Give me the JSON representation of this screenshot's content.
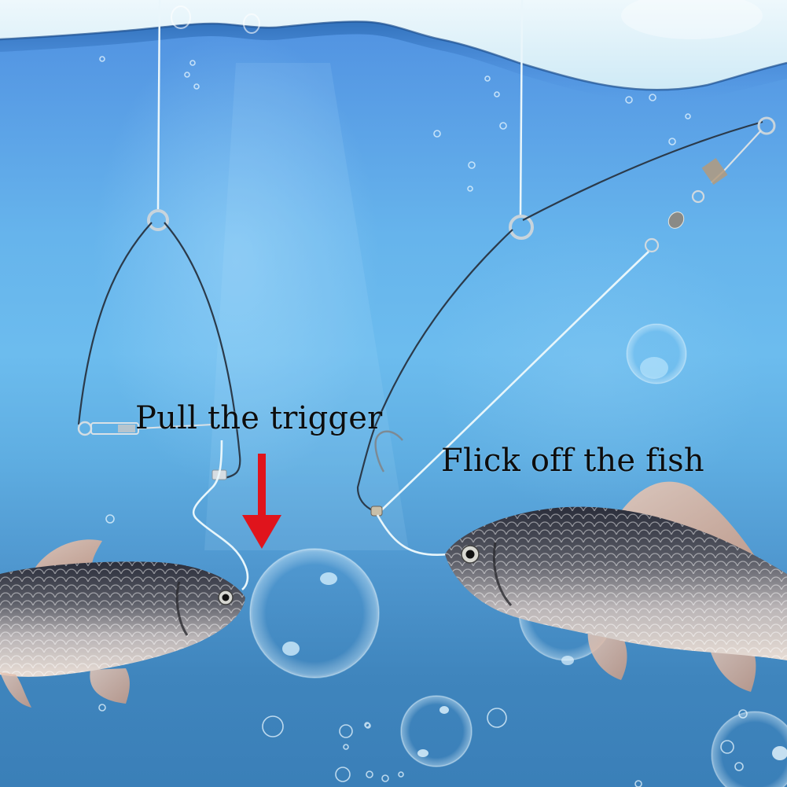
{
  "scene": {
    "description": "Underwater product illustration of automatic spring fishing hooks catching crucian carp",
    "colors": {
      "water_top": "#4f8fe0",
      "water_mid": "#6cbcee",
      "water_bottom": "#3a7fb8",
      "surface_foam": "#dff2fb",
      "arrow": "#e0141c",
      "caption_text": "#0d0d0d",
      "fishing_line": "#e8f6fb",
      "spring_wire": "#2b3a4a"
    }
  },
  "captions": {
    "left": "Pull the trigger",
    "right": "Flick off the fish"
  },
  "objects": {
    "left_device": "spring-hook-set",
    "right_device": "spring-hook-triggered",
    "arrow": "down-arrow",
    "fish_left": "crucian-carp",
    "fish_right": "crucian-carp"
  }
}
